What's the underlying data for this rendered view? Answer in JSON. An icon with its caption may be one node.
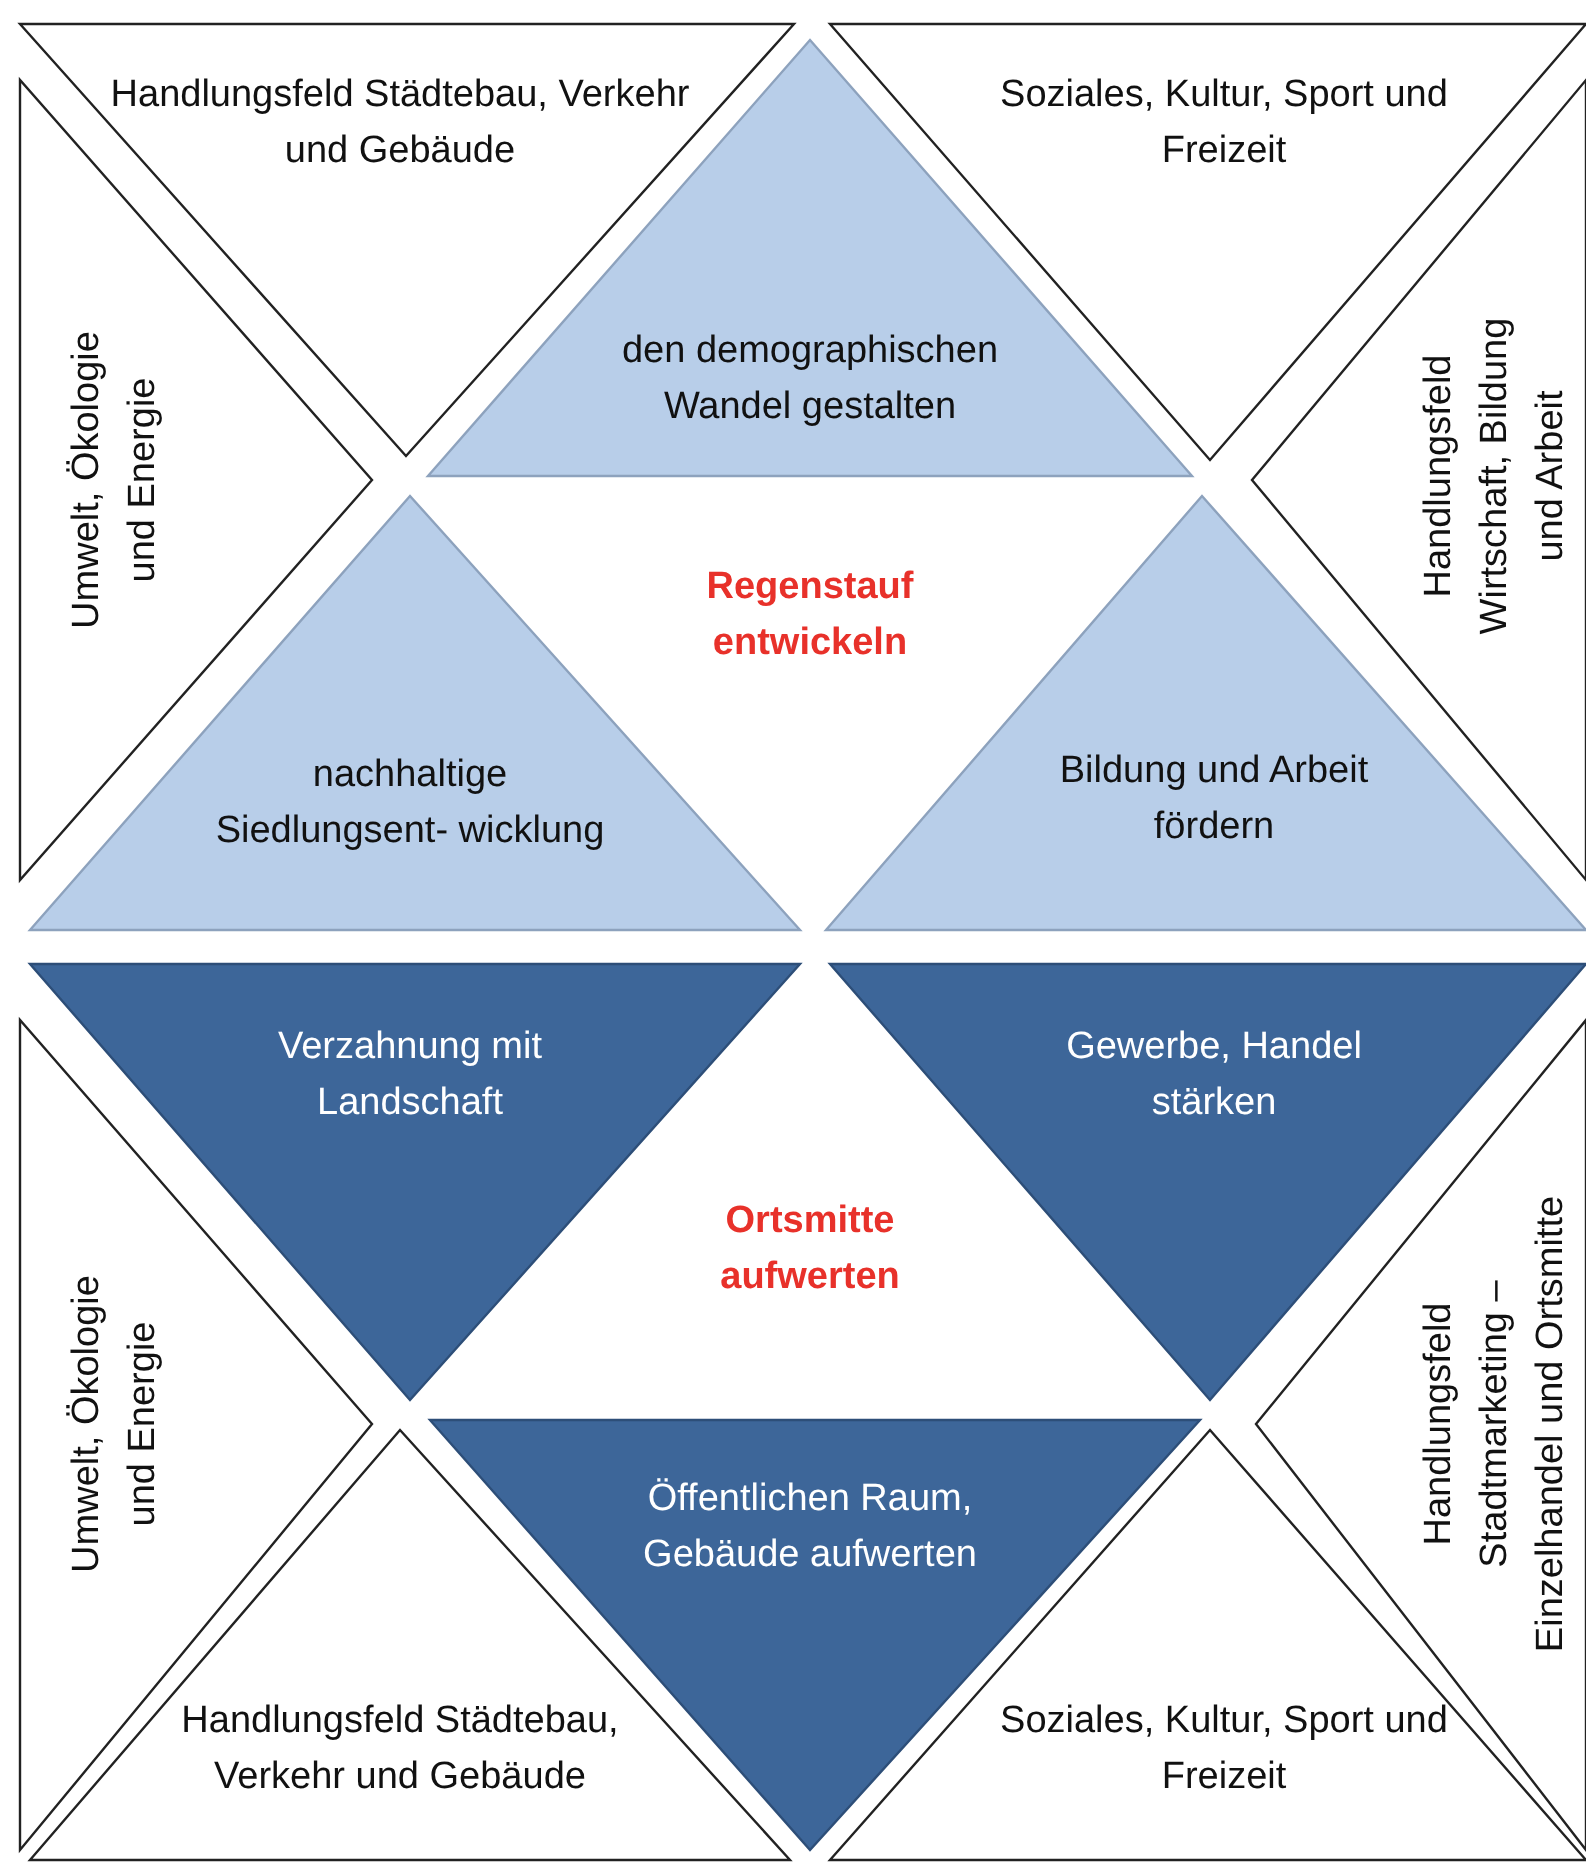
{
  "diagram": {
    "nodes": [
      {
        "text": [
          "Handlungsfeld Städtebau, Verkehr und Gebäude"
        ]
      },
      {
        "text": [
          "Soziales, Kultur, Sport und Freizeit"
        ]
      },
      {
        "text": [
          "Umwelt, Ökologie und Energie"
        ]
      },
      {
        "text": [
          "den demographischen Wandel gestalten"
        ]
      },
      {
        "text": [
          "Handlungsfeld Wirtschaft, Bildung und Arbeit"
        ]
      },
      {
        "text": [
          "nachhaltige Siedlungsent- wicklung"
        ]
      },
      {
        "text": [
          "Bildung und Arbeit fördern"
        ]
      },
      {
        "text": [
          "Verzahnung mit Landschaft"
        ]
      },
      {
        "text": [
          "Gewerbe, Handel stärken"
        ]
      },
      {
        "text": [
          "Umwelt, Ökologie und Energie"
        ]
      },
      {
        "text": [
          "Handlungsfeld Stadtmarketing – Einzelhandel und Ortsmitte"
        ]
      },
      {
        "text": [
          "Öffentlichen Raum, Gebäude aufwerten"
        ]
      },
      {
        "text": [
          "Handlungsfeld Städtebau, Verkehr und Gebäude"
        ]
      },
      {
        "text": [
          "Soziales, Kultur, Sport und Freizeit"
        ]
      }
    ],
    "labels": [
      "Regenstauf entwickeln",
      "Ortsmitte aufwerten"
    ]
  }
}
